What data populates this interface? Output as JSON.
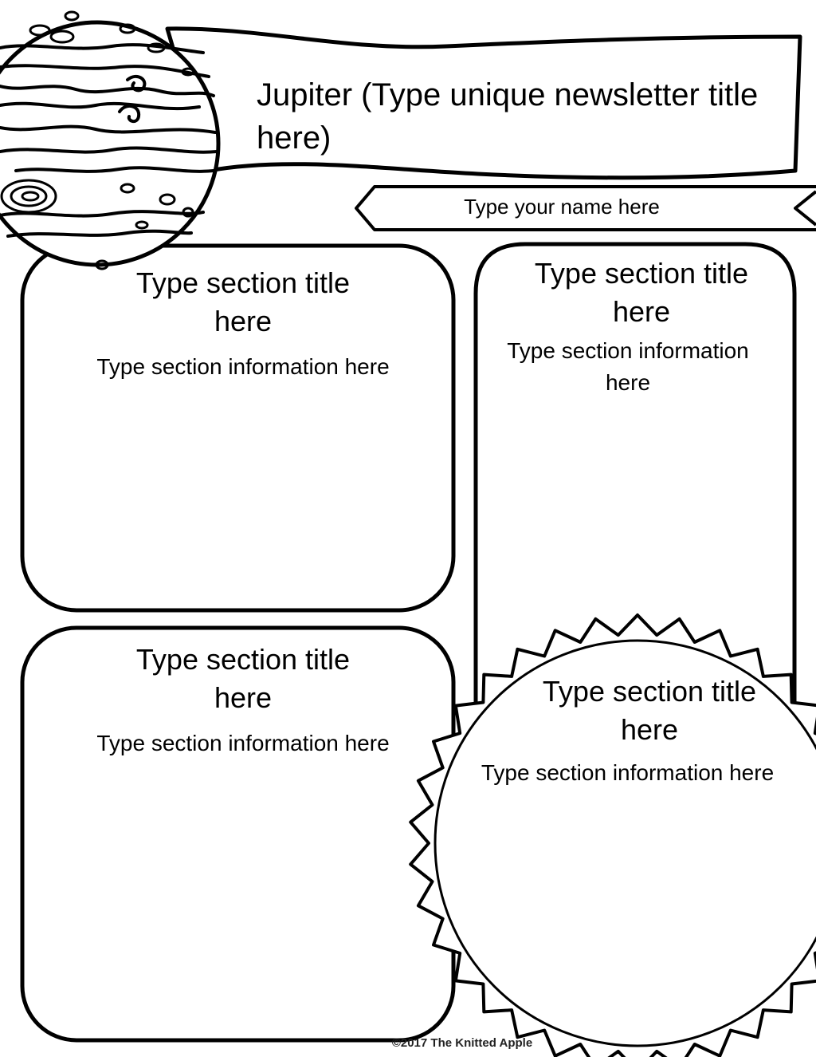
{
  "newsletter": {
    "title": "Jupiter (Type unique newsletter title here)",
    "author_placeholder": "Type your name here"
  },
  "sections": [
    {
      "title": "Type section title here",
      "info": "Type section information here"
    },
    {
      "title": "Type section title here",
      "info": "Type section information here"
    },
    {
      "title": "Type section title here",
      "info": "Type section information here"
    },
    {
      "title": "Type section title here",
      "info": "Type section information here"
    }
  ],
  "footer": {
    "copyright": "©2017 The Knitted Apple"
  },
  "illustrations": {
    "planet": "jupiter-planet-icon",
    "sun": "sun-icon"
  },
  "colors": {
    "ink": "#000000",
    "paper": "#ffffff"
  }
}
